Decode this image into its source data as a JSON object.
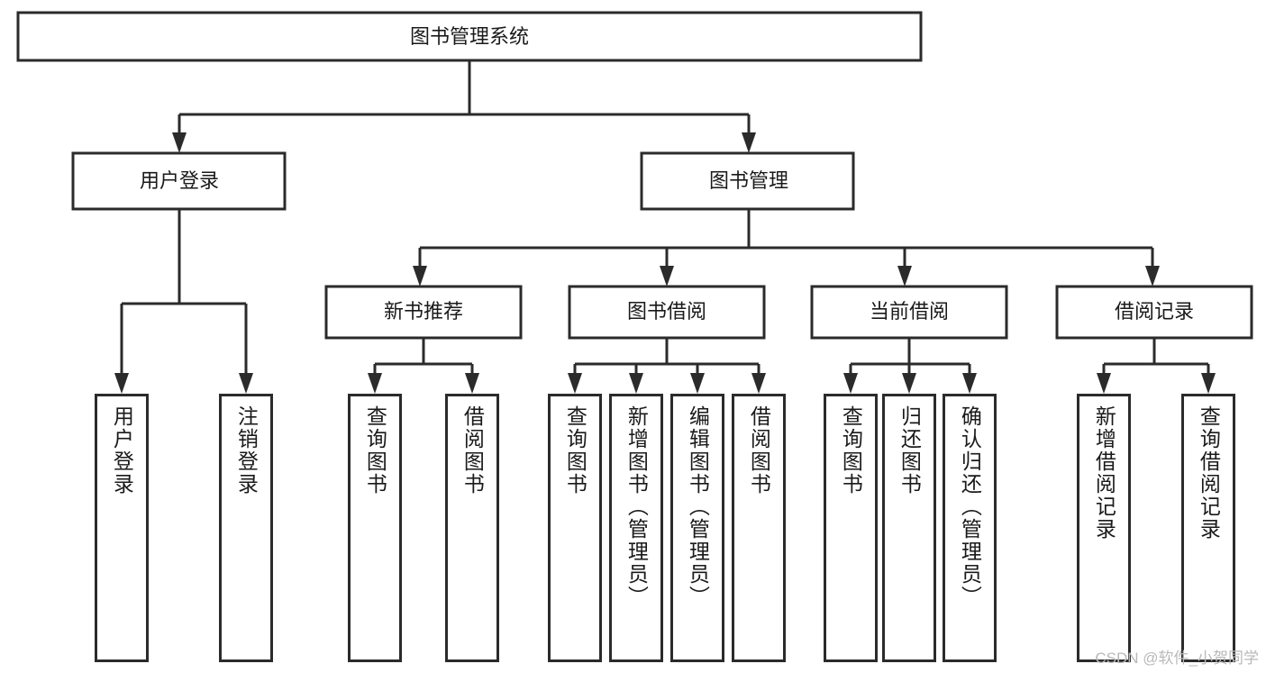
{
  "diagram": {
    "type": "tree",
    "title": "图书管理系统",
    "watermark": "CSDN @软件_小贺同学",
    "colors": {
      "box_stroke": "#2b2b2b",
      "box_fill": "#ffffff",
      "text": "#1a1a1a",
      "background": "#ffffff",
      "watermark": "#b9b9b9"
    },
    "root": {
      "label": "图书管理系统"
    },
    "level2": [
      {
        "label": "用户登录"
      },
      {
        "label": "图书管理"
      }
    ],
    "level3": [
      {
        "label": "新书推荐"
      },
      {
        "label": "图书借阅"
      },
      {
        "label": "当前借阅"
      },
      {
        "label": "借阅记录"
      }
    ],
    "leaves": {
      "user_login": [
        {
          "label": "用户登录"
        },
        {
          "label": "注销登录"
        }
      ],
      "new_books": [
        {
          "label": "查询图书"
        },
        {
          "label": "借阅图书"
        }
      ],
      "book_borrow": [
        {
          "label": "查询图书"
        },
        {
          "label": "新增图书（管理员）"
        },
        {
          "label": "编辑图书（管理员）"
        },
        {
          "label": "借阅图书"
        }
      ],
      "current_borrow": [
        {
          "label": "查询图书"
        },
        {
          "label": "归还图书"
        },
        {
          "label": "确认归还（管理员）"
        }
      ],
      "borrow_records": [
        {
          "label": "新增借阅记录"
        },
        {
          "label": "查询借阅记录"
        }
      ]
    }
  }
}
